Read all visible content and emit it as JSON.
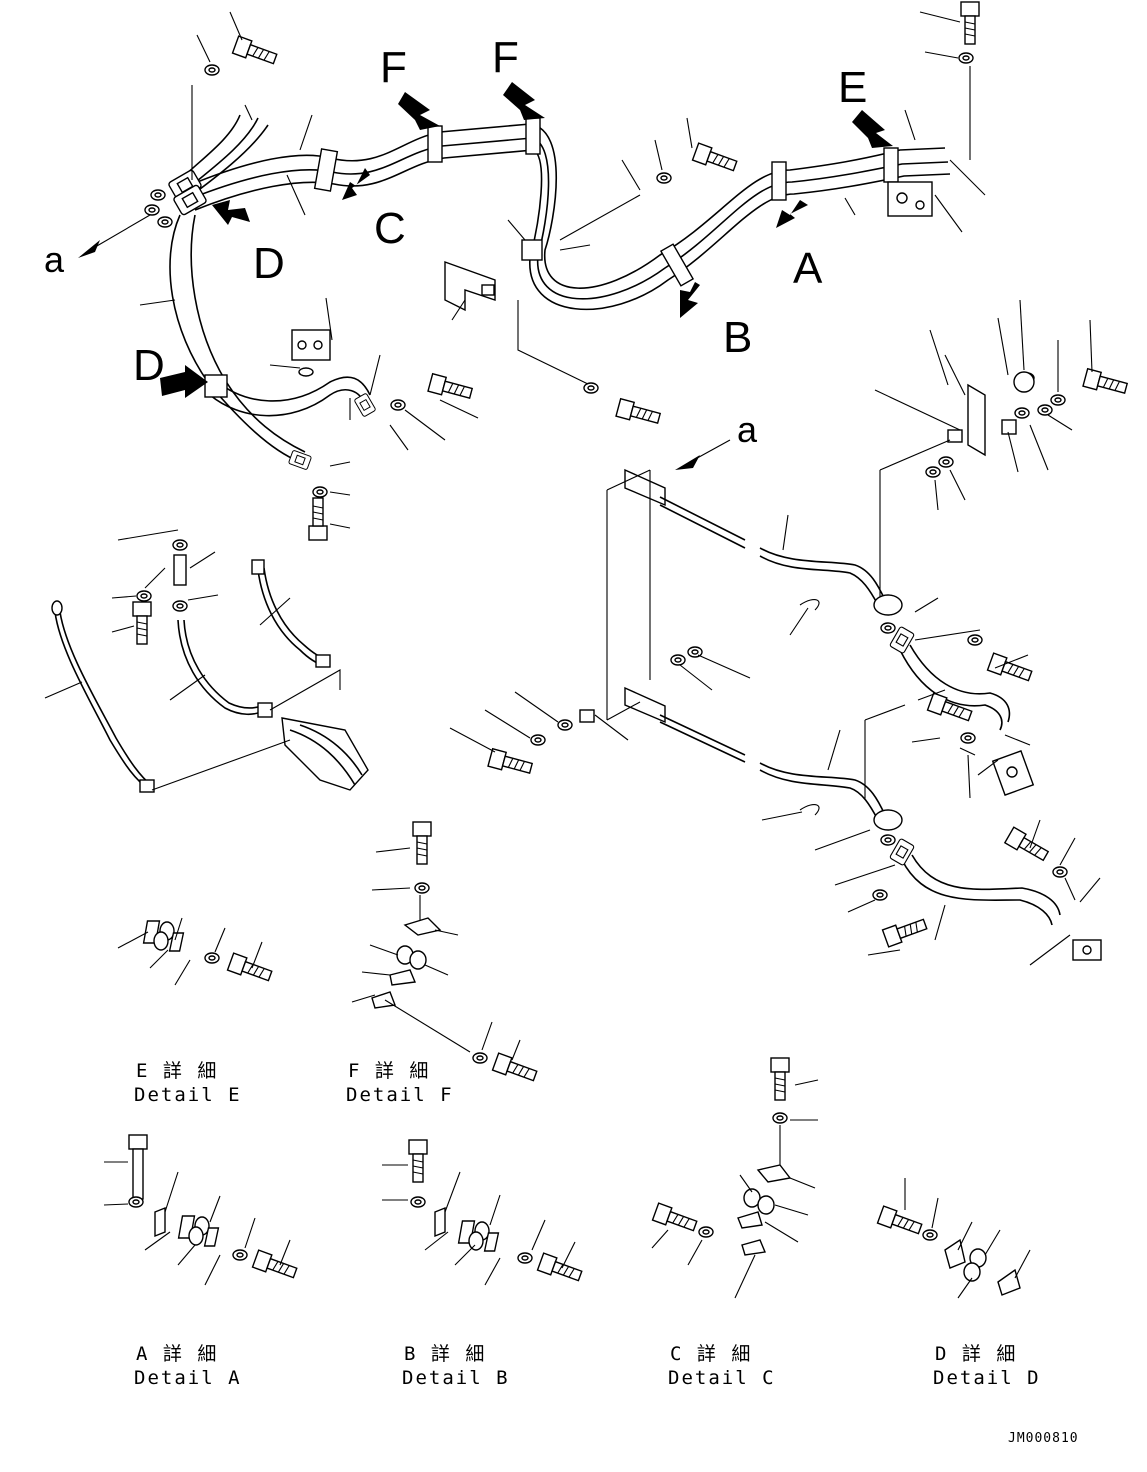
{
  "callouts": {
    "a_left": "a",
    "a_right": "a",
    "A": "A",
    "B": "B",
    "C": "C",
    "D_upper": "D",
    "D_lower": "D",
    "E": "E",
    "F_left": "F",
    "F_right": "F"
  },
  "details": [
    {
      "jp": "E 詳 細",
      "en": "Detail E"
    },
    {
      "jp": "F 詳 細",
      "en": "Detail F"
    },
    {
      "jp": "A 詳 細",
      "en": "Detail A"
    },
    {
      "jp": "B 詳 細",
      "en": "Detail B"
    },
    {
      "jp": "C 詳 細",
      "en": "Detail C"
    },
    {
      "jp": "D 詳 細",
      "en": "Detail D"
    }
  ],
  "document_number": "JM000810"
}
